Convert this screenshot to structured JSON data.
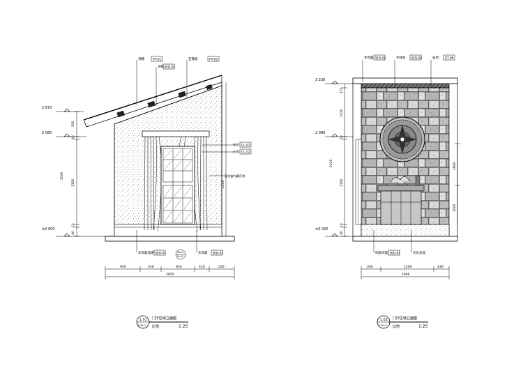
{
  "left": {
    "levels": [
      "2 670",
      "2 080",
      "±0 000"
    ],
    "dims_v": [
      "550",
      "40",
      "2020",
      "1150",
      "10",
      "40"
    ],
    "dims_v_right": [
      "2200"
    ],
    "callouts_top": [
      "顶棚",
      "PT-01",
      "顶线",
      "WD-02",
      "石膏板",
      "PT-02"
    ],
    "callouts_right": [
      "布帘",
      "CL-01",
      "纱帘",
      "CL-02",
      "窗帘盒内藏灯带"
    ],
    "callouts_bottom": [
      "木饰面墙裙",
      "WD-01",
      "木饰面",
      "WD-02"
    ],
    "section_tag": {
      "num": "SE-04",
      "sheet": "EL-02"
    },
    "dims_h": [
      "950",
      "450",
      "850",
      "410",
      "230"
    ],
    "dim_total": "2850",
    "title": {
      "num": "1.01",
      "sheet": "P-36 / E",
      "name": "门厅区域立面图",
      "sub": "比例",
      "scale": "1:25"
    }
  },
  "right": {
    "levels": [
      "3 230",
      "2 080",
      "±0 000"
    ],
    "dims_v": [
      "170",
      "1030",
      "50",
      "2020",
      "1150",
      "10",
      "40"
    ],
    "dims_v_right": [
      "1800",
      "1000"
    ],
    "callouts_top": [
      "木饰面",
      "WD-02",
      "木线条",
      "WD-04",
      "石材",
      "ST-06"
    ],
    "callouts_bottom": [
      "地板饰面",
      "WD-01",
      "文化石墙"
    ],
    "dims_h": [
      "300",
      "1200",
      "230"
    ],
    "dim_total": "1900",
    "title": {
      "num": "1.02",
      "sheet": "P-36 / E",
      "name": "门厅区域立面图",
      "sub": "比例",
      "scale": "1:25"
    }
  }
}
